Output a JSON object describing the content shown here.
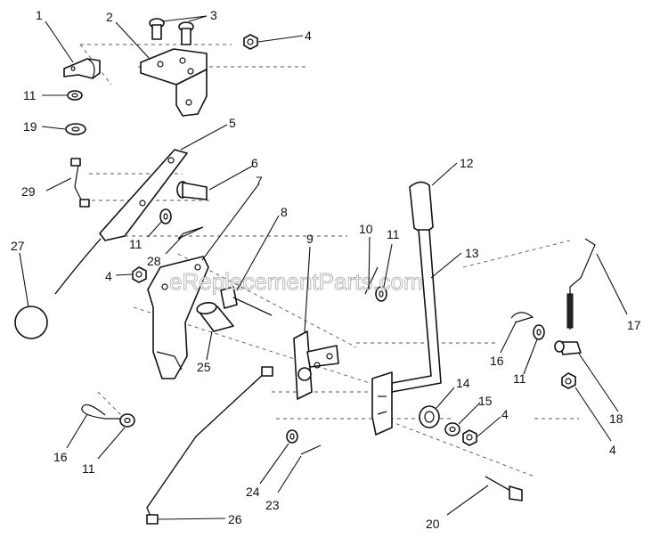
{
  "watermark": "eReplacementParts.com",
  "callouts": [
    {
      "id": "c1",
      "label": "1"
    },
    {
      "id": "c2",
      "label": "2"
    },
    {
      "id": "c3",
      "label": "3"
    },
    {
      "id": "c4a",
      "label": "4"
    },
    {
      "id": "c11a",
      "label": "11"
    },
    {
      "id": "c19",
      "label": "19"
    },
    {
      "id": "c5",
      "label": "5"
    },
    {
      "id": "c6",
      "label": "6"
    },
    {
      "id": "c29",
      "label": "29"
    },
    {
      "id": "c7",
      "label": "7"
    },
    {
      "id": "c8",
      "label": "8"
    },
    {
      "id": "c27",
      "label": "27"
    },
    {
      "id": "c11b",
      "label": "11"
    },
    {
      "id": "c28",
      "label": "28"
    },
    {
      "id": "c4b",
      "label": "4"
    },
    {
      "id": "c25",
      "label": "25"
    },
    {
      "id": "c9",
      "label": "9"
    },
    {
      "id": "c10",
      "label": "10"
    },
    {
      "id": "c11c",
      "label": "11"
    },
    {
      "id": "c12",
      "label": "12"
    },
    {
      "id": "c13",
      "label": "13"
    },
    {
      "id": "c17",
      "label": "17"
    },
    {
      "id": "c16a",
      "label": "16"
    },
    {
      "id": "c11d",
      "label": "11"
    },
    {
      "id": "c14",
      "label": "14"
    },
    {
      "id": "c15",
      "label": "15"
    },
    {
      "id": "c4c",
      "label": "4"
    },
    {
      "id": "c18",
      "label": "18"
    },
    {
      "id": "c4d",
      "label": "4"
    },
    {
      "id": "c16b",
      "label": "16"
    },
    {
      "id": "c11e",
      "label": "11"
    },
    {
      "id": "c24",
      "label": "24"
    },
    {
      "id": "c23",
      "label": "23"
    },
    {
      "id": "c26",
      "label": "26"
    },
    {
      "id": "c20",
      "label": "20"
    }
  ]
}
